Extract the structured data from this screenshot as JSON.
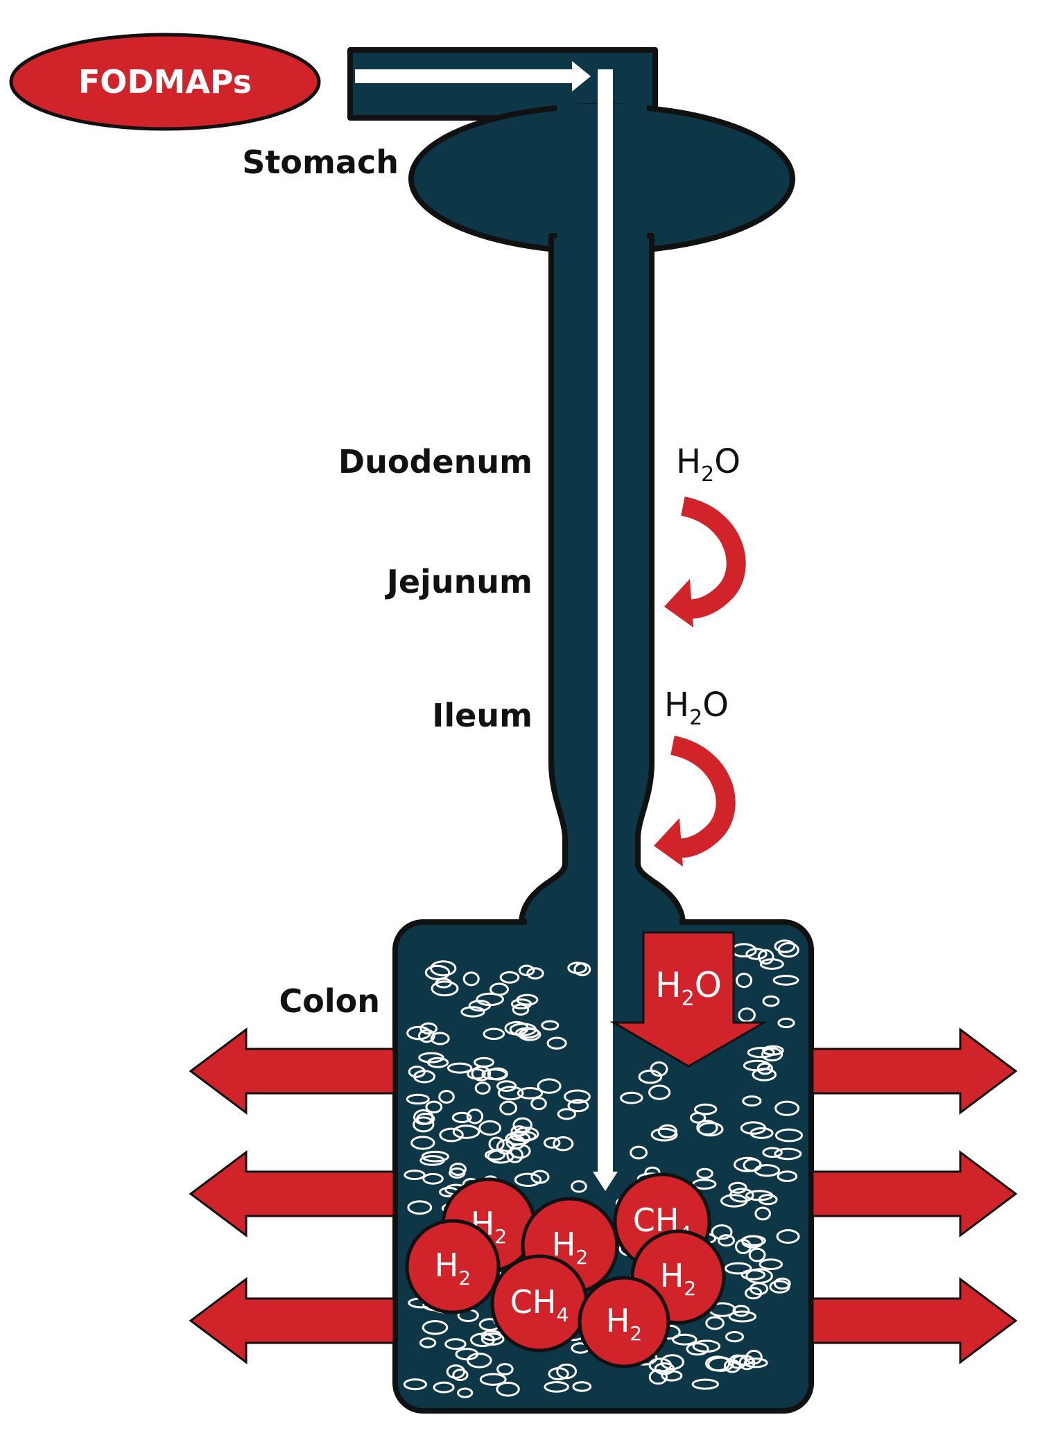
{
  "colors": {
    "tract_fill": "#0d3747",
    "outline": "#111111",
    "accent_red": "#d1232a",
    "flow_arrow": "#ffffff",
    "text": "#111111"
  },
  "input": {
    "label": "FODMAPs"
  },
  "organs": {
    "stomach": "Stomach",
    "duodenum": "Duodenum",
    "jejunum": "Jejunum",
    "ileum": "Ileum",
    "colon": "Colon"
  },
  "water": {
    "formula_base": "H",
    "formula_sub": "2",
    "formula_tail": "O"
  },
  "gases": [
    {
      "base": "H",
      "sub": "2"
    },
    {
      "base": "H",
      "sub": "2"
    },
    {
      "base": "CH",
      "sub": "4"
    },
    {
      "base": "H",
      "sub": "2"
    },
    {
      "base": "H",
      "sub": "2"
    },
    {
      "base": "CH",
      "sub": "4"
    },
    {
      "base": "H",
      "sub": "2"
    }
  ]
}
